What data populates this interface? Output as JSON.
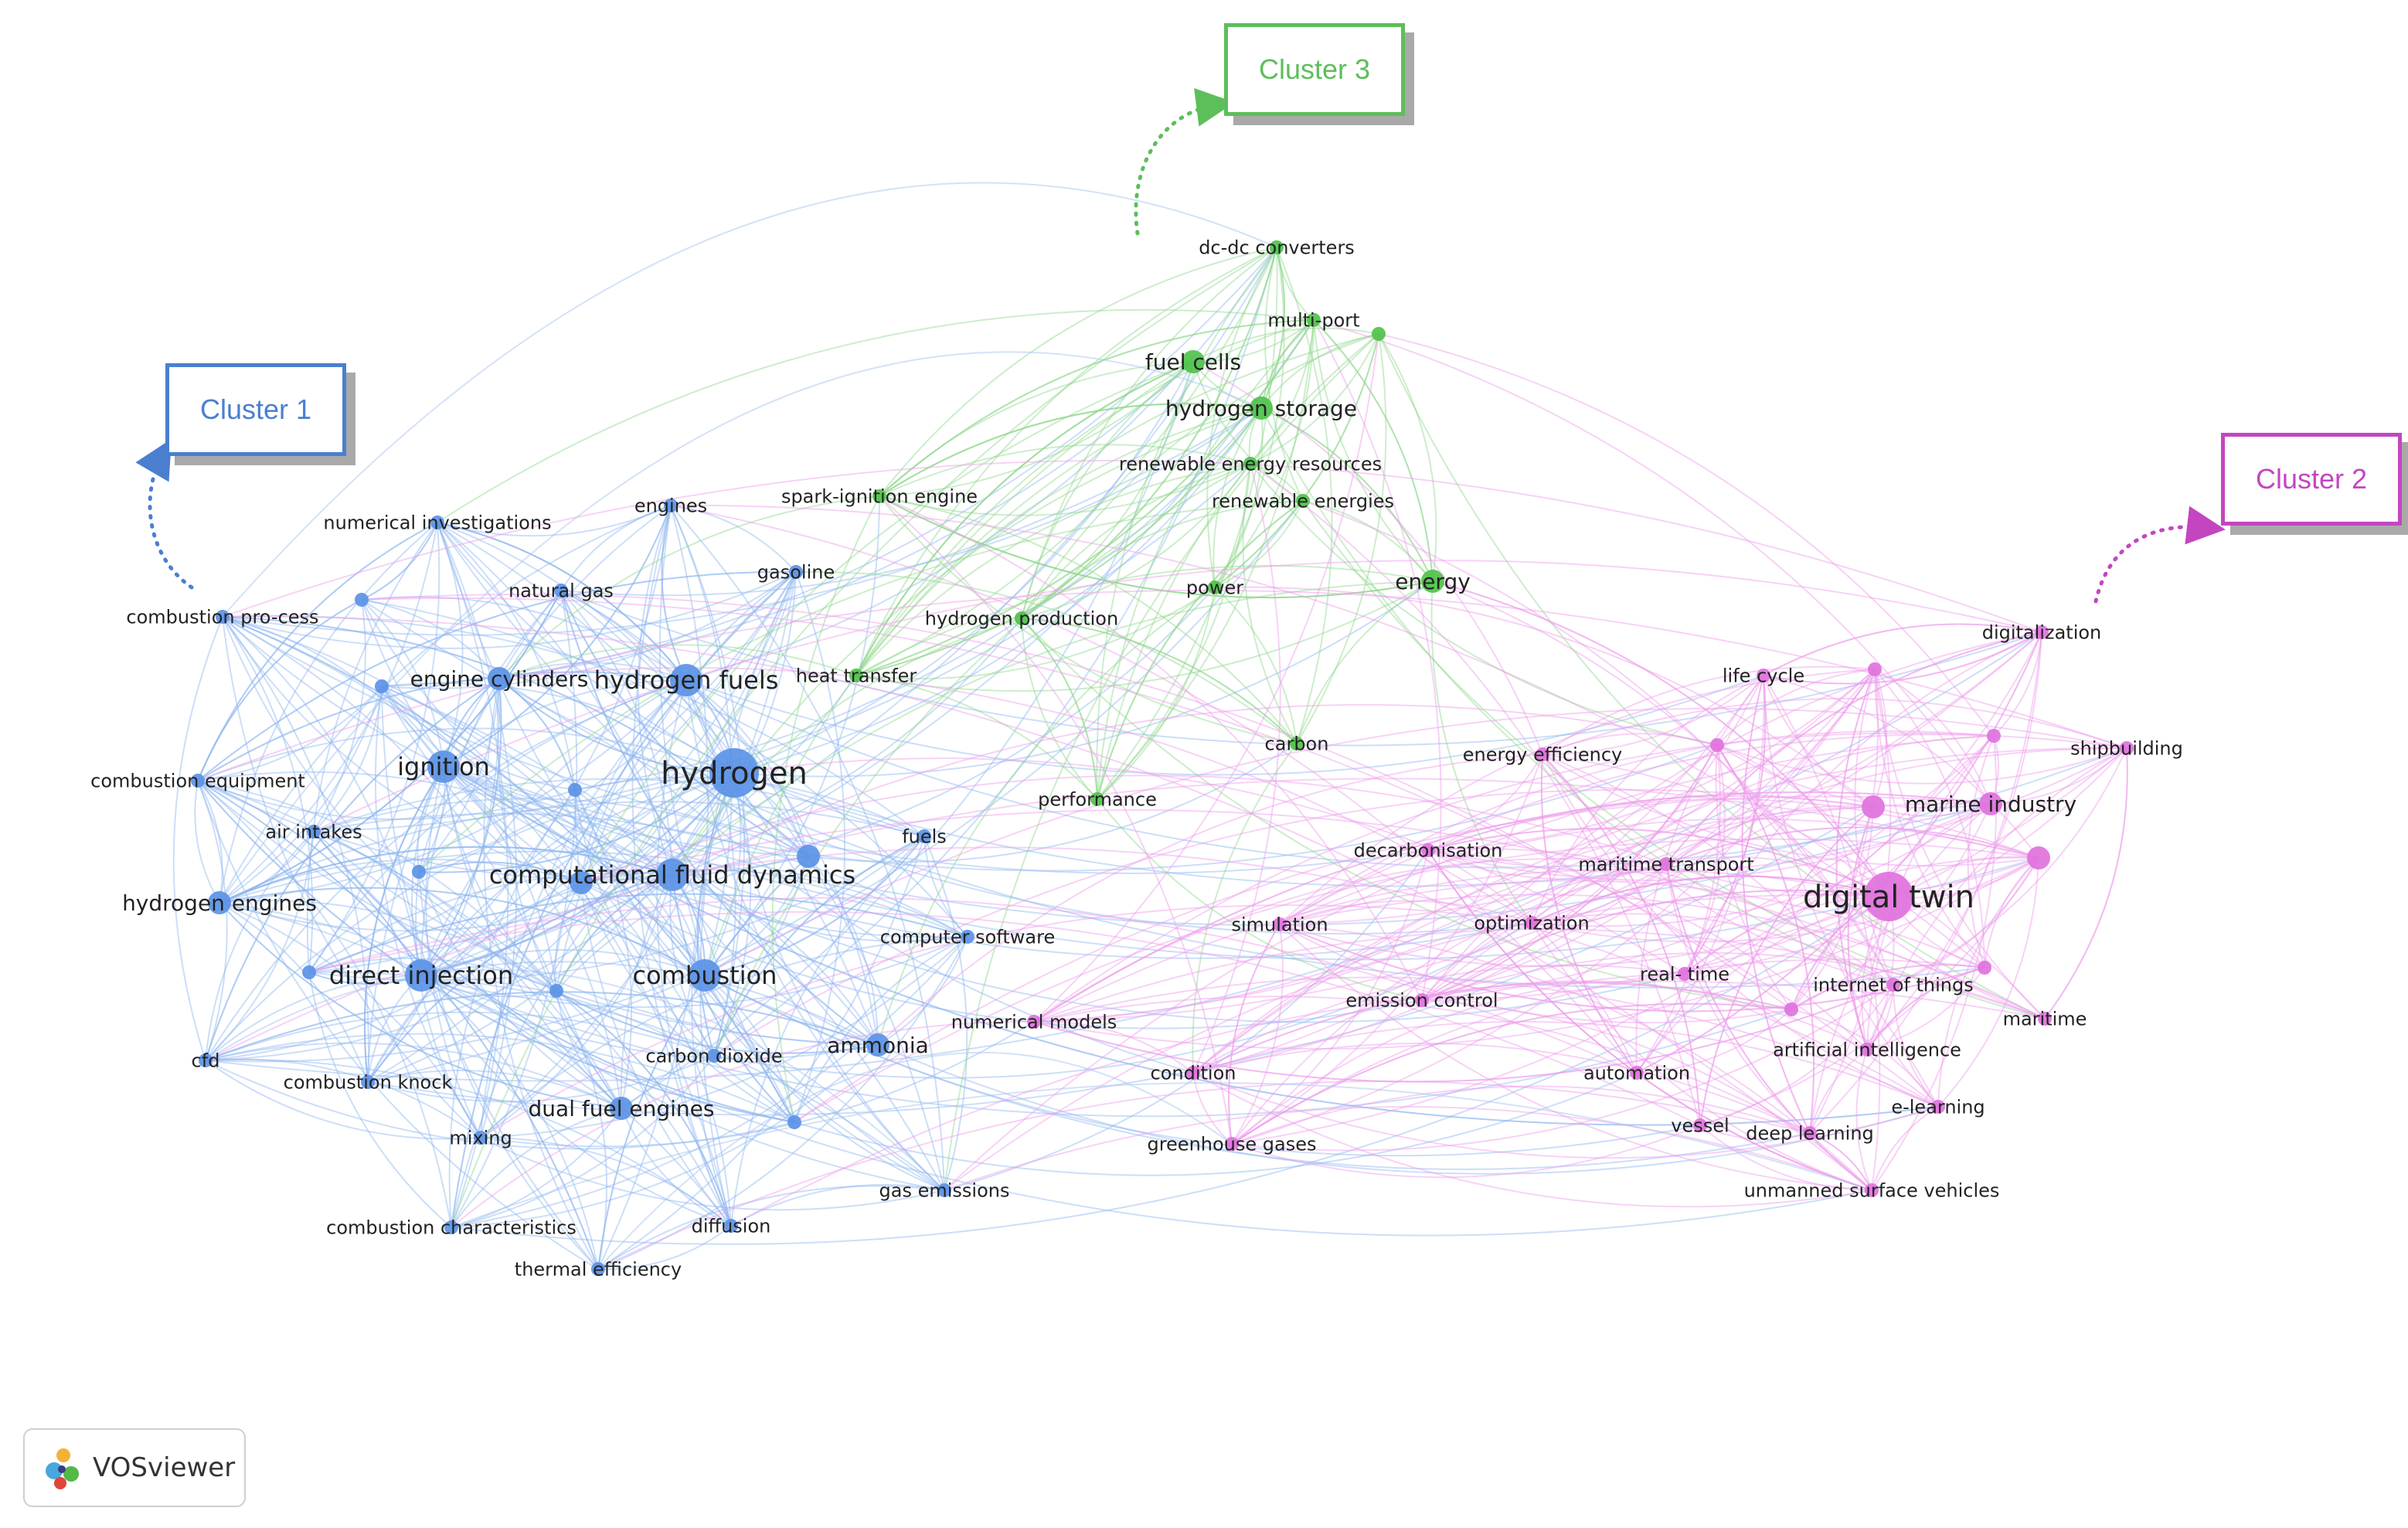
{
  "clusters": {
    "c1": {
      "label": "Cluster 1",
      "color": "#4a7fd0"
    },
    "c2": {
      "label": "Cluster 2",
      "color": "#c346c0"
    },
    "c3": {
      "label": "Cluster 3",
      "color": "#5cbf5a"
    }
  },
  "node_colors": {
    "1": "#5b93e6",
    "2": "#df72dd",
    "3": "#4fc24a"
  },
  "edge_colors": {
    "1": "#8fb6f0",
    "2": "#ee9cec",
    "3": "#8fd68c"
  },
  "logo": {
    "label": "VOSviewer"
  },
  "nodes": [
    {
      "id": "hydrogen",
      "label": "hydrogen",
      "cluster": 1,
      "weight": 5
    },
    {
      "id": "cfd_sim",
      "label": "computational fluid dynamics",
      "cluster": 1,
      "weight": 4
    },
    {
      "id": "hydrogen_fuels",
      "label": "hydrogen fuels",
      "cluster": 1,
      "weight": 4
    },
    {
      "id": "ignition",
      "label": "ignition",
      "cluster": 1,
      "weight": 4
    },
    {
      "id": "direct_injection",
      "label": "direct injection",
      "cluster": 1,
      "weight": 4
    },
    {
      "id": "combustion",
      "label": "combustion",
      "cluster": 1,
      "weight": 4
    },
    {
      "id": "hydrogen_engines",
      "label": "hydrogen engines",
      "cluster": 1,
      "weight": 3
    },
    {
      "id": "engine_cylinders",
      "label": "engine cylinders",
      "cluster": 1,
      "weight": 3
    },
    {
      "id": "numerical_investigations",
      "label": "numerical investigations",
      "cluster": 1,
      "weight": 2
    },
    {
      "id": "engines",
      "label": "engines",
      "cluster": 1,
      "weight": 2
    },
    {
      "id": "natural_gas",
      "label": "natural gas",
      "cluster": 1,
      "weight": 2
    },
    {
      "id": "combustion_process",
      "label": "combustion pro-cess",
      "cluster": 1,
      "weight": 2
    },
    {
      "id": "combustion_equipment",
      "label": "combustion equipment",
      "cluster": 1,
      "weight": 2
    },
    {
      "id": "air_intakes",
      "label": "air intakes",
      "cluster": 1,
      "weight": 2
    },
    {
      "id": "cfd",
      "label": "cfd",
      "cluster": 1,
      "weight": 2
    },
    {
      "id": "combustion_knock",
      "label": "combustion knock",
      "cluster": 1,
      "weight": 2
    },
    {
      "id": "mixing",
      "label": "mixing",
      "cluster": 1,
      "weight": 2
    },
    {
      "id": "dual_fuel_engines",
      "label": "dual fuel engines",
      "cluster": 1,
      "weight": 3
    },
    {
      "id": "carbon_dioxide",
      "label": "carbon dioxide",
      "cluster": 1,
      "weight": 2
    },
    {
      "id": "ammonia",
      "label": "ammonia",
      "cluster": 1,
      "weight": 3
    },
    {
      "id": "combustion_characteristics",
      "label": "combustion characteristics",
      "cluster": 1,
      "weight": 2
    },
    {
      "id": "diffusion",
      "label": "diffusion",
      "cluster": 1,
      "weight": 2
    },
    {
      "id": "thermal_efficiency",
      "label": "thermal efficiency",
      "cluster": 1,
      "weight": 2
    },
    {
      "id": "gas_emissions",
      "label": "gas emissions",
      "cluster": 1,
      "weight": 2
    },
    {
      "id": "gasoline",
      "label": "gasoline",
      "cluster": 1,
      "weight": 2
    },
    {
      "id": "fuels",
      "label": "fuels",
      "cluster": 1,
      "weight": 2
    },
    {
      "id": "computer_software",
      "label": "computer software",
      "cluster": 1,
      "weight": 2
    },
    {
      "id": "u1",
      "label": "",
      "cluster": 1,
      "weight": 2
    },
    {
      "id": "u2",
      "label": "",
      "cluster": 1,
      "weight": 2
    },
    {
      "id": "u3",
      "label": "",
      "cluster": 1,
      "weight": 2
    },
    {
      "id": "u4",
      "label": "",
      "cluster": 1,
      "weight": 2
    },
    {
      "id": "u5",
      "label": "",
      "cluster": 1,
      "weight": 3
    },
    {
      "id": "u6",
      "label": "",
      "cluster": 1,
      "weight": 3
    },
    {
      "id": "u7",
      "label": "",
      "cluster": 1,
      "weight": 2
    },
    {
      "id": "u8",
      "label": "",
      "cluster": 1,
      "weight": 2
    },
    {
      "id": "u9",
      "label": "",
      "cluster": 1,
      "weight": 2
    },
    {
      "id": "dc_dc",
      "label": "dc-dc converters",
      "cluster": 3,
      "weight": 2
    },
    {
      "id": "multi_port",
      "label": "multi-port",
      "cluster": 3,
      "weight": 2
    },
    {
      "id": "fuel_cells",
      "label": "fuel cells",
      "cluster": 3,
      "weight": 3
    },
    {
      "id": "hydrogen_storage",
      "label": "hydrogen storage",
      "cluster": 3,
      "weight": 3
    },
    {
      "id": "renewable_energy_resources",
      "label": "renewable energy resources",
      "cluster": 3,
      "weight": 2
    },
    {
      "id": "renewable_energies",
      "label": "renewable energies",
      "cluster": 3,
      "weight": 2
    },
    {
      "id": "spark_ignition",
      "label": "spark-ignition engine",
      "cluster": 3,
      "weight": 2
    },
    {
      "id": "power",
      "label": "power",
      "cluster": 3,
      "weight": 2
    },
    {
      "id": "energy",
      "label": "energy",
      "cluster": 3,
      "weight": 3
    },
    {
      "id": "hydrogen_production",
      "label": "hydrogen production",
      "cluster": 3,
      "weight": 2
    },
    {
      "id": "heat_transfer",
      "label": "heat transfer",
      "cluster": 3,
      "weight": 2
    },
    {
      "id": "carbon",
      "label": "carbon",
      "cluster": 3,
      "weight": 2
    },
    {
      "id": "performance",
      "label": "performance",
      "cluster": 3,
      "weight": 2
    },
    {
      "id": "g1",
      "label": "",
      "cluster": 3,
      "weight": 2
    },
    {
      "id": "digital_twin",
      "label": "digital twin",
      "cluster": 2,
      "weight": 5
    },
    {
      "id": "marine_industry",
      "label": "marine industry",
      "cluster": 2,
      "weight": 3
    },
    {
      "id": "digitalization",
      "label": "digitalization",
      "cluster": 2,
      "weight": 2
    },
    {
      "id": "shipbuilding",
      "label": "shipbuilding",
      "cluster": 2,
      "weight": 2
    },
    {
      "id": "life_cycle",
      "label": "life cycle",
      "cluster": 2,
      "weight": 2
    },
    {
      "id": "energy_efficiency",
      "label": "energy efficiency",
      "cluster": 2,
      "weight": 2
    },
    {
      "id": "decarbonisation",
      "label": "decarbonisation",
      "cluster": 2,
      "weight": 2
    },
    {
      "id": "maritime_transport",
      "label": "maritime transport",
      "cluster": 2,
      "weight": 2
    },
    {
      "id": "simulation",
      "label": "simulation",
      "cluster": 2,
      "weight": 2
    },
    {
      "id": "optimization",
      "label": "optimization",
      "cluster": 2,
      "weight": 2
    },
    {
      "id": "emission_control",
      "label": "emission control",
      "cluster": 2,
      "weight": 2
    },
    {
      "id": "real_time",
      "label": "real- time",
      "cluster": 2,
      "weight": 2
    },
    {
      "id": "internet_of_things",
      "label": "internet of things",
      "cluster": 2,
      "weight": 2
    },
    {
      "id": "maritime",
      "label": "maritime",
      "cluster": 2,
      "weight": 2
    },
    {
      "id": "artificial_intelligence",
      "label": "artificial intelligence",
      "cluster": 2,
      "weight": 2
    },
    {
      "id": "automation",
      "label": "automation",
      "cluster": 2,
      "weight": 2
    },
    {
      "id": "vessel",
      "label": "vessel",
      "cluster": 2,
      "weight": 2
    },
    {
      "id": "deep_learning",
      "label": "deep learning",
      "cluster": 2,
      "weight": 2
    },
    {
      "id": "e_learning",
      "label": "e-learning",
      "cluster": 2,
      "weight": 2
    },
    {
      "id": "unmanned_surface_vehicles",
      "label": "unmanned surface vehicles",
      "cluster": 2,
      "weight": 2
    },
    {
      "id": "condition",
      "label": "condition",
      "cluster": 2,
      "weight": 2
    },
    {
      "id": "greenhouse_gases",
      "label": "greenhouse gases",
      "cluster": 2,
      "weight": 2
    },
    {
      "id": "numerical_models",
      "label": "numerical models",
      "cluster": 2,
      "weight": 2
    },
    {
      "id": "p1",
      "label": "",
      "cluster": 2,
      "weight": 2
    },
    {
      "id": "p2",
      "label": "",
      "cluster": 2,
      "weight": 2
    },
    {
      "id": "p3",
      "label": "",
      "cluster": 2,
      "weight": 2
    },
    {
      "id": "p4",
      "label": "",
      "cluster": 2,
      "weight": 3
    },
    {
      "id": "p5",
      "label": "",
      "cluster": 2,
      "weight": 3
    },
    {
      "id": "p6",
      "label": "",
      "cluster": 2,
      "weight": 2
    },
    {
      "id": "p7",
      "label": "",
      "cluster": 2,
      "weight": 2
    }
  ]
}
